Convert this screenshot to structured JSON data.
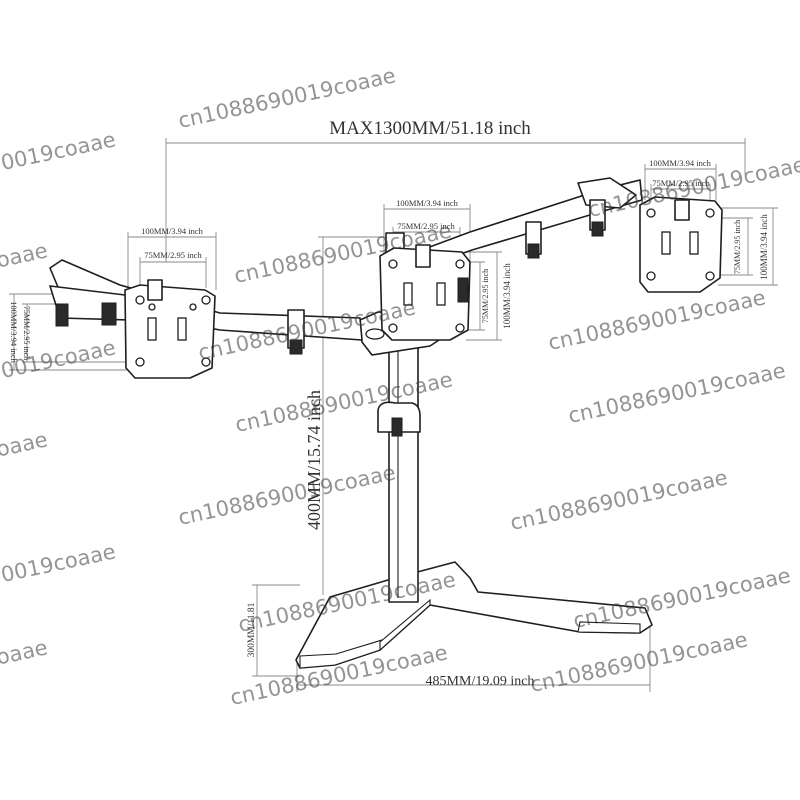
{
  "dimensions": {
    "max_span": "MAX1300MM/51.18 inch",
    "left_vesa_outer": "100MM/3.94 inch",
    "left_vesa_inner": "75MM/2.95 inch",
    "left_vesa_v_outer": "100MM/3.94 inch",
    "left_vesa_v_inner": "75MM/2.95 inch",
    "center_vesa_outer": "100MM/3.94 inch",
    "center_vesa_inner": "75MM/2.95 inch",
    "center_vesa_v_inner": "75MM/2.95 inch",
    "center_vesa_v_outer": "100MM/3.94 inch",
    "right_vesa_outer": "100MM/3.94 inch",
    "right_vesa_inner": "75MM/2.95 inch",
    "right_vesa_v_inner": "75MM/2.95 inch",
    "right_vesa_v_outer": "100MM/3.94 inch",
    "pole_height": "400MM/15.74 inch",
    "base_depth": "300MM/11.81",
    "base_width": "485MM/19.09 inch"
  },
  "watermark": "cn1088690019coaae"
}
